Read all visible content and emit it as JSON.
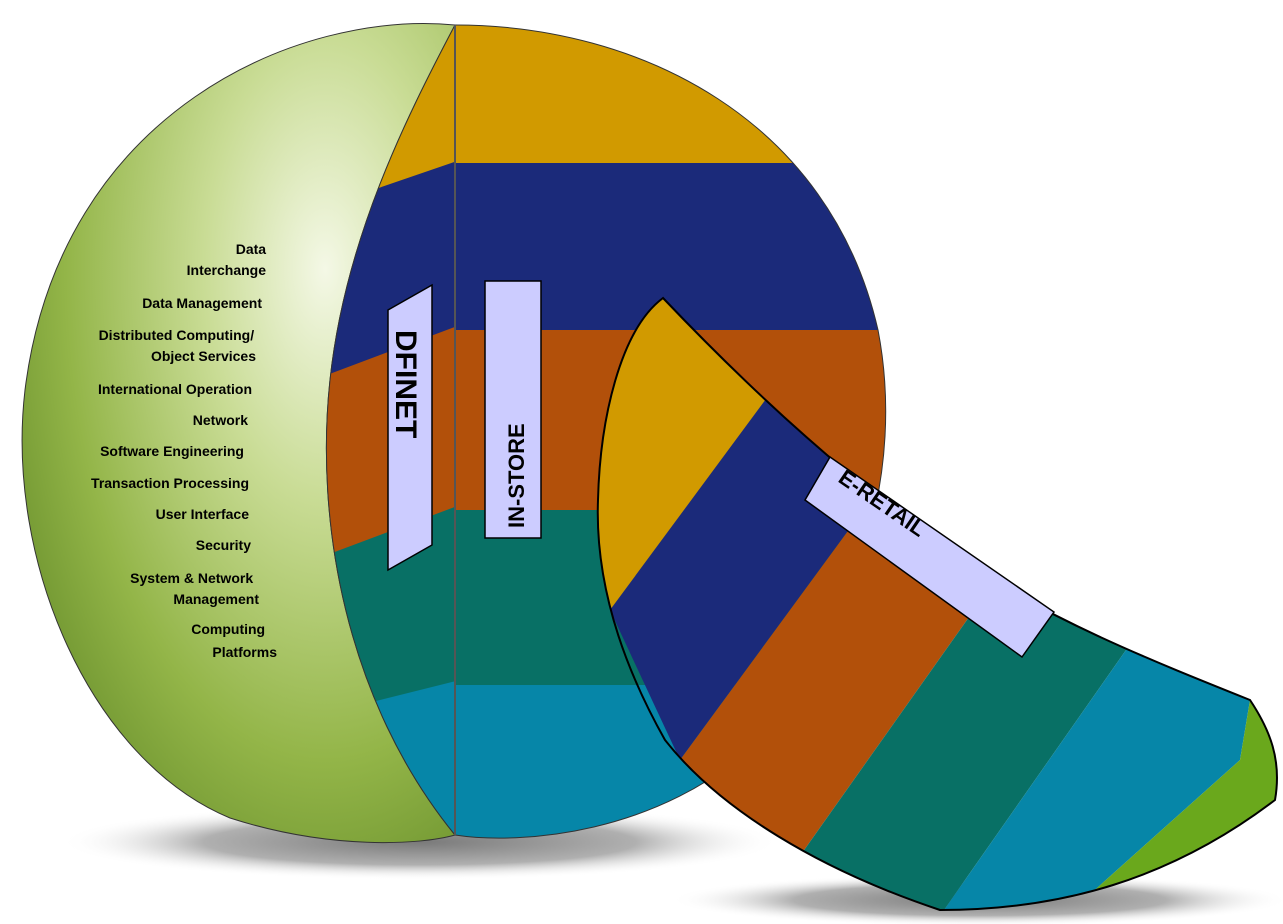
{
  "layers": [
    {
      "lines": [
        "Data",
        "Interchange"
      ]
    },
    {
      "lines": [
        "Data Management"
      ]
    },
    {
      "lines": [
        "Distributed Computing/",
        "Object Services"
      ]
    },
    {
      "lines": [
        "International Operation"
      ]
    },
    {
      "lines": [
        "Network"
      ]
    },
    {
      "lines": [
        "Software Engineering"
      ]
    },
    {
      "lines": [
        "Transaction Processing"
      ]
    },
    {
      "lines": [
        "User Interface"
      ]
    },
    {
      "lines": [
        "Security"
      ]
    },
    {
      "lines": [
        "System & Network",
        "Management"
      ]
    },
    {
      "lines": [
        "Computing",
        "Platforms"
      ]
    }
  ],
  "tags": {
    "dfinet": "DFINET",
    "in_store": "IN-STORE",
    "e_retail": "E-RETAIL"
  },
  "colors": {
    "band_gold": "#d19a00",
    "band_navy": "#1b2a7a",
    "band_rust": "#b2500a",
    "band_teal": "#087065",
    "band_blue": "#0686a8",
    "band_green": "#6aa81c",
    "shell_green": "#96b84a",
    "tag_fill": "#ccccff",
    "background": "#ffffff"
  }
}
